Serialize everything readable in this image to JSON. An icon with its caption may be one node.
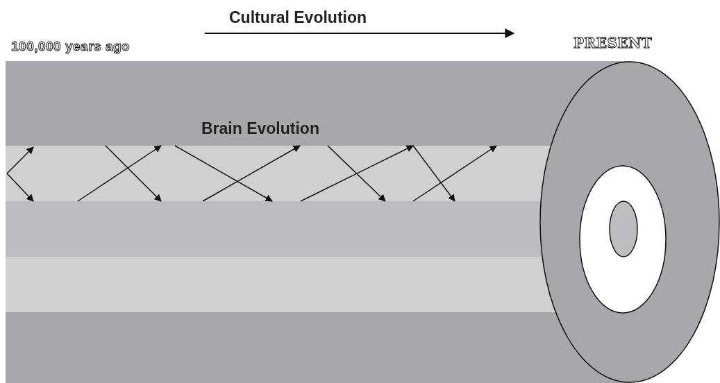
{
  "diagram": {
    "labels": [
      "Cultural Evolution",
      "100,000 years ago",
      "PRESENT",
      "Brain Evolution"
    ]
  }
}
